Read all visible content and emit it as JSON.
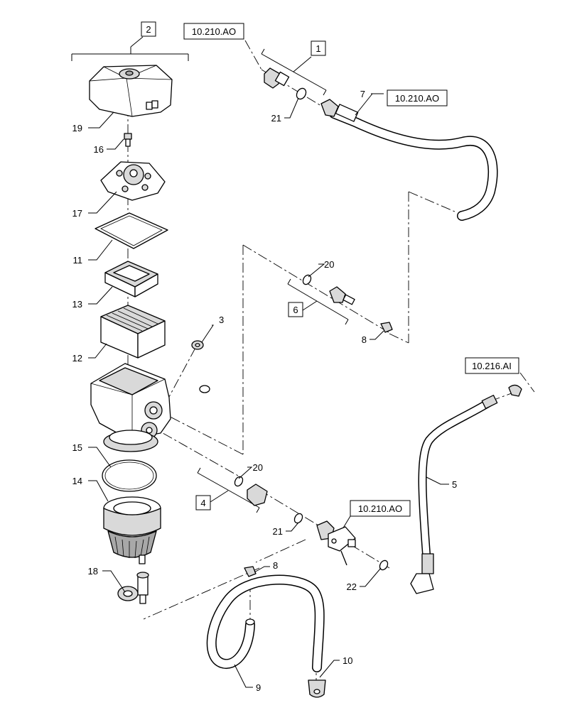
{
  "callouts": {
    "c1": "1",
    "c2": "2",
    "c3": "3",
    "c4": "4",
    "c5": "5",
    "c6": "6",
    "c7": "7",
    "c8a": "8",
    "c8b": "8",
    "c9": "9",
    "c10": "10",
    "c11": "11",
    "c12": "12",
    "c13": "13",
    "c14": "14",
    "c15": "15",
    "c16": "16",
    "c17": "17",
    "c18": "18",
    "c19": "19",
    "c20a": "20",
    "c20b": "20",
    "c21a": "21",
    "c21b": "21",
    "c22": "22"
  },
  "refs": {
    "ref_top_left": "10.210.AO",
    "ref_top_right": "10.210.AO",
    "ref_right": "10.216.AI",
    "ref_mid": "10.210.AO"
  }
}
